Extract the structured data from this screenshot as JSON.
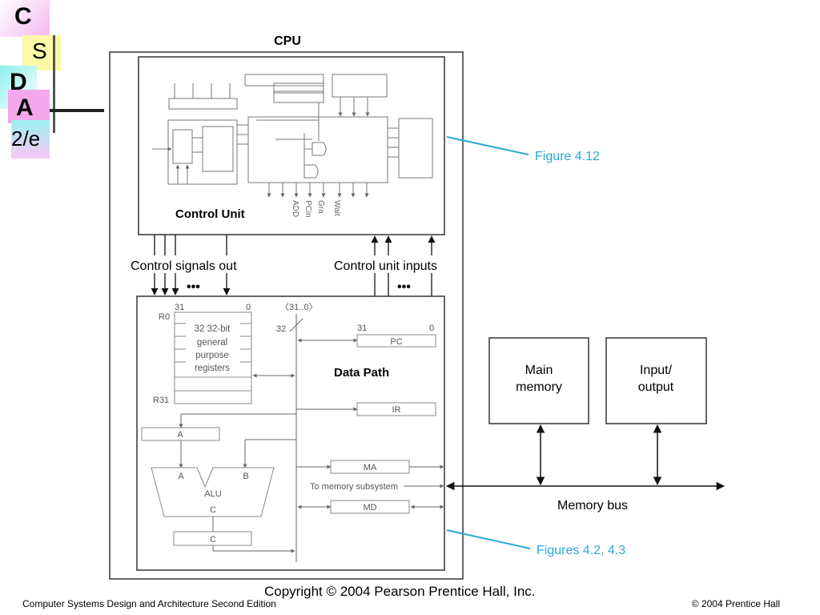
{
  "logo": {
    "c": "C",
    "s": "S",
    "d": "D",
    "a": "A",
    "edition": "2/e"
  },
  "diagram": {
    "cpu_label": "CPU",
    "control_unit": "Control Unit",
    "control_outputs": [
      "ADD",
      "Gra",
      "PCin",
      "Wait"
    ],
    "control_signals_out": "Control signals out",
    "control_unit_inputs": "Control unit inputs",
    "ellipsis": "•••",
    "data_path": "Data Path",
    "reg_bit_hi": "31",
    "reg_bit_lo": "0",
    "r0": "R0",
    "r31": "R31",
    "registers_text": [
      "32 32-bit",
      "general",
      "purpose",
      "registers"
    ],
    "bus_range": "〈31..0〉",
    "bus_width": "32",
    "pc": "PC",
    "ir": "IR",
    "reg_a": "A",
    "alu": "ALU",
    "alu_in_a": "A",
    "alu_in_b": "B",
    "alu_out": "C",
    "reg_c": "C",
    "ma": "MA",
    "md": "MD",
    "to_memory": "To memory subsystem",
    "main_memory": [
      "Main",
      "memory"
    ],
    "input_output": [
      "Input/",
      "output"
    ],
    "memory_bus": "Memory bus",
    "figure_412": "Figure 4.12",
    "figures_42_43": "Figures 4.2, 4.3",
    "copyright": "Copyright © 2004 Pearson Prentice Hall, Inc."
  },
  "footer": {
    "left": "Computer Systems Design and Architecture Second Edition",
    "right": "© 2004 Prentice Hall"
  },
  "colors": {
    "callout": "#2aa8d8",
    "box_stroke": "#333333",
    "light_stroke": "#888888"
  }
}
